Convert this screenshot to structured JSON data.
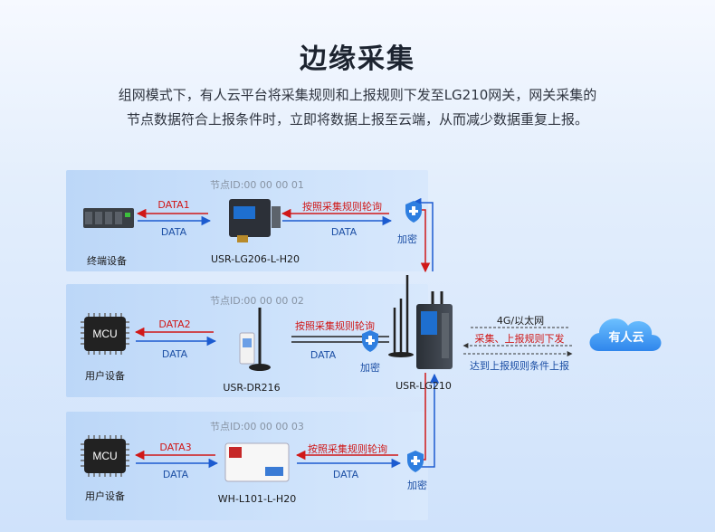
{
  "header": {
    "title": "边缘采集",
    "line1": "组网模式下，有人云平台将采集规则和上报规则下发至LG210网关，网关采集的",
    "line2": "节点数据符合上报条件时，立即将数据上报至云端，从而减少数据重复上报。"
  },
  "rows": [
    {
      "node_id": "节点ID:00 00 00 01",
      "terminal_label": "终端设备",
      "device_model": "USR-LG206-L-H20",
      "data_up": "DATA1",
      "data_down": "DATA",
      "poll_label": "按照采集规则轮询",
      "poll_data": "DATA",
      "encrypt_label": "加密"
    },
    {
      "node_id": "节点ID:00 00 00 02",
      "terminal_label": "用户设备",
      "chip_label": "MCU",
      "device_model": "USR-DR216",
      "data_up": "DATA2",
      "data_down": "DATA",
      "poll_label": "按照采集规则轮询",
      "poll_data": "DATA",
      "encrypt_label": "加密"
    },
    {
      "node_id": "节点ID:00 00 00 03",
      "terminal_label": "用户设备",
      "chip_label": "MCU",
      "device_model": "WH-L101-L-H20",
      "data_up": "DATA3",
      "data_down": "DATA",
      "poll_label": "按照采集规则轮询",
      "poll_data": "DATA",
      "encrypt_label": "加密"
    }
  ],
  "gateway": {
    "model": "USR-LG210"
  },
  "cloud": {
    "label": "有人云",
    "link_label": "4G/以太网",
    "downlink_label": "采集、上报规则下发",
    "uplink_label": "达到上报规则条件上报"
  },
  "colors": {
    "arrow_red": "#d01818",
    "arrow_blue": "#1c5bd0",
    "shield": "#2f7fe0",
    "cloud": "#3aa0f5"
  }
}
